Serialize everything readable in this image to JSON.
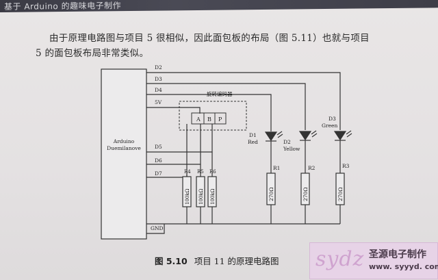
{
  "header": {
    "running_title": "基于 Arduino 的趣味电子制作"
  },
  "paragraph": {
    "line1": "由于原理电路图与项目 5 很相似，因此面包板的布局（图 5.11）也就与项目",
    "line2": "5 的面包板布局非常类似。"
  },
  "schematic": {
    "board_label_1": "Arduino",
    "board_label_2": "Duemilanove",
    "pins": {
      "d2": "D2",
      "d3": "D3",
      "d4": "D4",
      "v5": "5V",
      "d5": "D5",
      "d6": "D6",
      "d7": "D7",
      "gnd": "GND"
    },
    "encoder_title": "旋转编码器",
    "encoder_pins": [
      "A",
      "B",
      "P"
    ],
    "pullups": [
      {
        "name": "R4",
        "value": "100kΩ"
      },
      {
        "name": "R5",
        "value": "100kΩ"
      },
      {
        "name": "R6",
        "value": "100kΩ"
      }
    ],
    "leds": [
      {
        "ref": "D1",
        "color": "Red",
        "resistor": "R1",
        "value": "270Ω"
      },
      {
        "ref": "D2",
        "color": "Yellow",
        "resistor": "R2",
        "value": "270Ω"
      },
      {
        "ref": "D3",
        "color": "Green",
        "resistor": "R3",
        "value": "270Ω"
      }
    ]
  },
  "caption": {
    "number": "图 5.10",
    "text": "项目 11 的原理电路图"
  },
  "watermark": {
    "logo": "sydz",
    "name": "圣源电子制作",
    "url": "www. syyyd. com"
  }
}
